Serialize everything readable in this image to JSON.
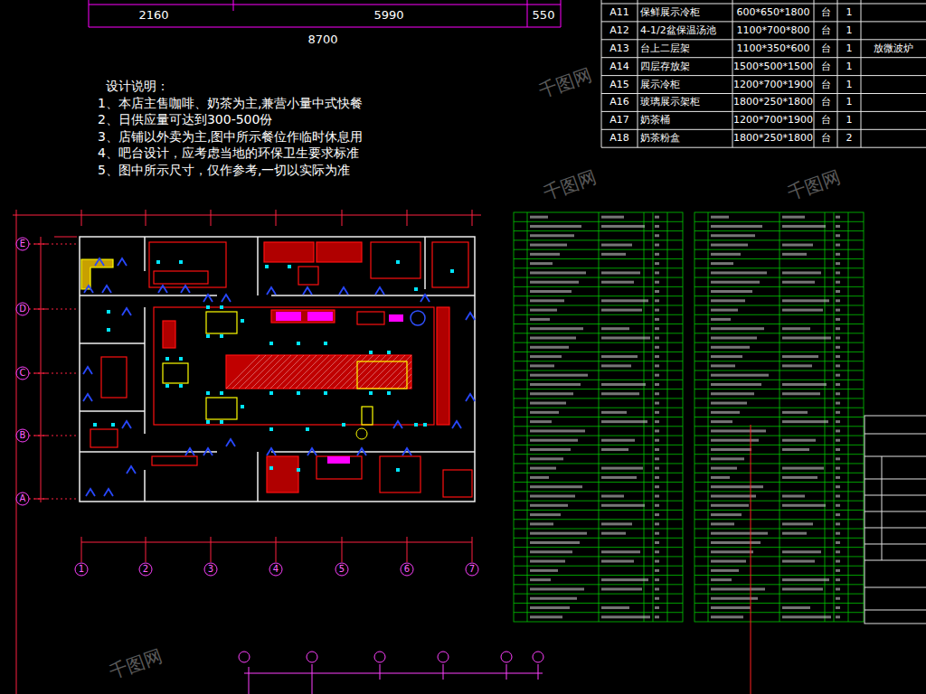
{
  "diagram": {
    "labels": [
      "2160",
      "5990",
      "550",
      "8700",
      "A11",
      "保鲜展示冷柜",
      "600*650*1800",
      "台",
      "1",
      "A12",
      "4-1/2盆保温汤池",
      "1100*700*800",
      "台",
      "1",
      "A13",
      "台上二层架",
      "1100*350*600",
      "台",
      "1",
      "放微波炉",
      "A14",
      "四层存放架",
      "1500*500*1500",
      "台",
      "1",
      "A15",
      "展示冷柜",
      "1200*700*1900",
      "台",
      "1",
      "A16",
      "玻璃展示架柜",
      "1800*250*1800",
      "台",
      "1",
      "A17",
      "奶茶桶",
      "1200*700*1900",
      "台",
      "1",
      "A18",
      "奶茶粉盒",
      "1800*250*1800",
      "台",
      "2",
      "设计说明：",
      "1、本店主售咖啡、奶茶为主,兼营小量中式快餐",
      "2、日供应量可达到300-500份",
      "3、店铺以外卖为主,图中所示餐位作临时休息用",
      "4、吧台设计，应考虑当地的环保卫生要求标准",
      "5、图中所示尺寸，仅作参考,一切以实际为准",
      "E",
      "D",
      "C",
      "B",
      "A",
      "1",
      "2",
      "3",
      "4",
      "5",
      "6",
      "7",
      "千图网",
      "千图网",
      "千图网",
      "千图网"
    ]
  }
}
